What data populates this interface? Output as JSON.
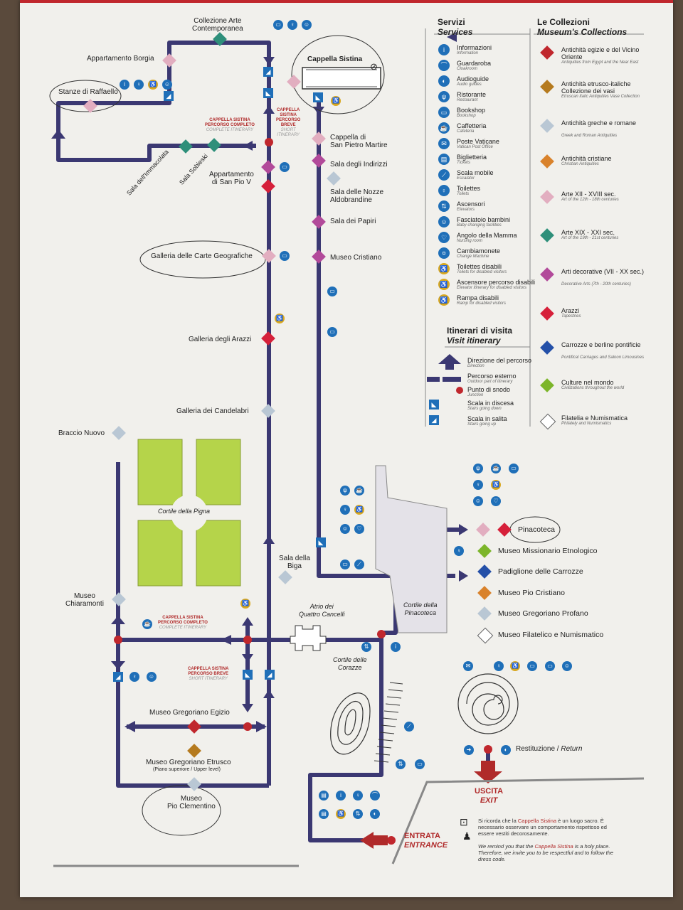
{
  "colors": {
    "route": "#3b3872",
    "junction": "#c0272d",
    "service_blue": "#1f6fb8",
    "service_yellow": "#d9a820",
    "garden_green": "#b5d44a"
  },
  "services_header": {
    "it": "Servizi",
    "en": "Services"
  },
  "services": [
    {
      "it": "Informazioni",
      "en": "Information",
      "icon": "info-icon",
      "glyph": "i",
      "yellow": false
    },
    {
      "it": "Guardaroba",
      "en": "Cloakroom",
      "icon": "cloakroom-icon",
      "glyph": "⌒",
      "yellow": false
    },
    {
      "it": "Audioguide",
      "en": "Audio guides",
      "icon": "audioguide-icon",
      "glyph": "◐",
      "yellow": false
    },
    {
      "it": "Ristorante",
      "en": "Restaurant",
      "icon": "restaurant-icon",
      "glyph": "ψ",
      "yellow": false
    },
    {
      "it": "Bookshop",
      "en": "Bookshop",
      "icon": "book-icon",
      "glyph": "▭",
      "yellow": false
    },
    {
      "it": "Caffetteria",
      "en": "Cafeteria",
      "icon": "coffee-icon",
      "glyph": "☕",
      "yellow": false
    },
    {
      "it": "Poste Vaticane",
      "en": "Vatican Post Office",
      "icon": "mail-icon",
      "glyph": "✉",
      "yellow": false
    },
    {
      "it": "Biglietteria",
      "en": "Tickets",
      "icon": "ticket-icon",
      "glyph": "▤",
      "yellow": false
    },
    {
      "it": "Scala mobile",
      "en": "Escalator",
      "icon": "escalator-icon",
      "glyph": "⟋",
      "yellow": false
    },
    {
      "it": "Toilettes",
      "en": "Toilets",
      "icon": "toilets-icon",
      "glyph": "♀",
      "yellow": false
    },
    {
      "it": "Ascensori",
      "en": "Elevators",
      "icon": "elevator-icon",
      "glyph": "⇅",
      "yellow": false
    },
    {
      "it": "Fasciatoio bambini",
      "en": "Baby changing facilities",
      "icon": "baby-icon",
      "glyph": "☺",
      "yellow": false
    },
    {
      "it": "Angolo della Mamma",
      "en": "Nursing room",
      "icon": "nursing-icon",
      "glyph": "♡",
      "yellow": false
    },
    {
      "it": "Cambiamonete",
      "en": "Change Machine",
      "icon": "change-machine-icon",
      "glyph": "¤",
      "yellow": false
    },
    {
      "it": "Toilettes disabili",
      "en": "Toilets for disabled visitors",
      "icon": "wheelchair-toilet-icon",
      "glyph": "♿",
      "yellow": true
    },
    {
      "it": "Ascensore percorso disabili",
      "en": "Elevator itinerary for disabled visitors",
      "icon": "wheelchair-elevator-icon",
      "glyph": "♿",
      "yellow": true
    },
    {
      "it": "Rampa disabili",
      "en": "Ramp for disabled visitors",
      "icon": "wheelchair-ramp-icon",
      "glyph": "♿",
      "yellow": true
    }
  ],
  "itinerary_header": {
    "it": "Itinerari di visita",
    "en": "Visit itinerary"
  },
  "itinerary": [
    {
      "it": "Direzione del percorso",
      "en": "Direction",
      "icon": "direction-arrow-icon"
    },
    {
      "it": "Percorso esterno",
      "en": "Outdoor part of itinerary",
      "icon": "outdoor-path-icon"
    },
    {
      "it": "Punto di snodo",
      "en": "Junction",
      "icon": "junction-dot-icon"
    },
    {
      "it": "Scala in discesa",
      "en": "Stairs going down",
      "icon": "stairs-down-icon"
    },
    {
      "it": "Scala in salita",
      "en": "Stairs going up",
      "icon": "stairs-up-icon"
    }
  ],
  "collections_header": {
    "it": "Le Collezioni",
    "en": "Museum's Collections"
  },
  "collections": [
    {
      "it": "Antichità egizie e del Vicino Oriente",
      "en": "Antiquities from Egypt and the Near East",
      "color": "#c0272d"
    },
    {
      "it": "Antichità etrusco-italiche Collezione dei vasi",
      "en": "Etruscan Italic Antiquities Vase Collection",
      "color": "#b57a1e"
    },
    {
      "it": "Antichità greche e romane",
      "en": "Greek and Roman Antiquities",
      "color": "#b9c7d4"
    },
    {
      "it": "Antichità cristiane",
      "en": "Christian Antiquities",
      "color": "#d9822b"
    },
    {
      "it": "Arte XII - XVIII sec.",
      "en": "Art of the 12th - 18th centuries",
      "color": "#e2aec0"
    },
    {
      "it": "Arte XIX - XXI sec.",
      "en": "Art of the 19th - 21st centuries",
      "color": "#2e8f7a"
    },
    {
      "it": "Arti decorative (VII - XX sec.)",
      "en": "Decorative Arts (7th - 20th centuries)",
      "color": "#b24a9a"
    },
    {
      "it": "Arazzi",
      "en": "Tapestries",
      "color": "#d6203a"
    },
    {
      "it": "Carrozze e berline pontificie",
      "en": "Pontifical Carriages and Saloon Limousines",
      "color": "#2450a8"
    },
    {
      "it": "Culture nel mondo",
      "en": "Civilizations throughout the world",
      "color": "#7cb52a"
    },
    {
      "it": "Filatelia e Numismatica",
      "en": "Philately and Numismatics",
      "color": "#ffffff"
    }
  ],
  "rooms": {
    "collezione_arte": "Collezione Arte\nContemporanea",
    "appartamento_borgia": "Appartamento Borgia",
    "stanze_raffaello": "Stanze di Raffaello",
    "cappella_sistina": "Cappella Sistina",
    "sala_immacolata": "Sala dell'Immacolata",
    "sala_sobieski": "Sala Sobieski",
    "appartamento_pio_v": "Appartamento\ndi San Pio V",
    "cappella_san_pietro": "Cappella di\nSan Pietro Martire",
    "sala_indirizzi": "Sala degli Indirizzi",
    "sala_nozze": "Sala delle Nozze\nAldobrandine",
    "sala_papiri": "Sala dei Papiri",
    "museo_cristiano": "Museo Cristiano",
    "galleria_carte": "Galleria delle Carte Geografiche",
    "galleria_arazzi": "Galleria degli Arazzi",
    "galleria_candelabri": "Galleria dei Candelabri",
    "braccio_nuovo": "Braccio Nuovo",
    "cortile_pigna": "Cortile della Pigna",
    "sala_biga": "Sala della\nBiga",
    "museo_chiaramonti": "Museo\nChiaramonti",
    "atrio_quattro_cancelli": "Atrio dei\nQuattro Cancelli",
    "cortile_pinacoteca": "Cortile della\nPinacoteca",
    "cortile_corazze": "Cortile delle\nCorazze",
    "museo_egizio": "Museo Gregoriano Egizio",
    "museo_etrusco": "Museo Gregoriano Etrusco",
    "museo_etrusco_sub": "(Piano superiore / Upper level)",
    "museo_pio_clementino": "Museo\nPio Clementino"
  },
  "itinerary_labels": {
    "completo_it": "CAPPELLA SISTINA\nPERCORSO COMPLETO",
    "completo_en": "COMPLETE ITINERARY",
    "breve_it": "CAPPELLA SISTINA\nPERCORSO BREVE",
    "breve_en": "SHORT ITINERARY",
    "top_breve_it": "CAPPELLA\nSISTINA\nPERCORSO\nBREVE",
    "top_breve_en": "SHORT\nITINERARY"
  },
  "right_museums": [
    "Pinacoteca",
    "Museo Missionario Etnologico",
    "Padiglione delle Carrozze",
    "Museo Pio Cristiano",
    "Museo Gregoriano Profano",
    "Museo Filatelico e Numismatico"
  ],
  "restituzione": {
    "it": "Restituzione",
    "en": "Return"
  },
  "uscita": {
    "it": "USCITA",
    "en": "EXIT"
  },
  "entrata": {
    "it": "ENTRATA",
    "en": "ENTRANCE"
  },
  "notice": {
    "it_pre": "Si ricorda che la ",
    "it_link": "Cappella Sistina",
    "it_post": " è un luogo sacro. È necessario osservare un comportamento rispettoso ed essere vestiti decorosamente.",
    "en_pre": "We remind you that the ",
    "en_link": "Cappella Sistina",
    "en_post": " is a holy place. Therefore, we invite you to be respectful and to follow the dress code."
  }
}
